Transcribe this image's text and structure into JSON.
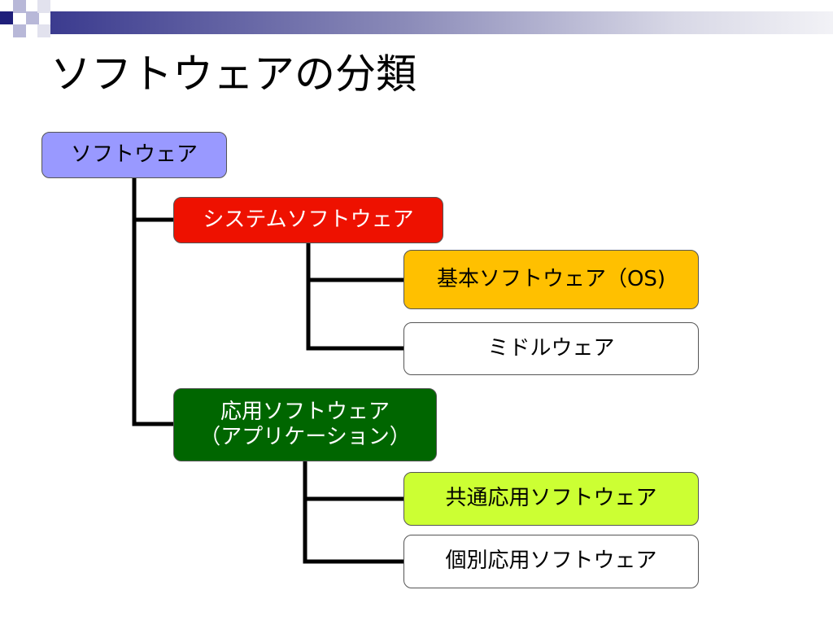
{
  "slide": {
    "title": "ソフトウェアの分類"
  },
  "tree": {
    "root": {
      "label": "ソフトウェア"
    },
    "system": {
      "label": "システムソフトウェア",
      "children": {
        "os": {
          "label": "基本ソフトウェア（OS)"
        },
        "middleware": {
          "label": "ミドルウェア"
        }
      }
    },
    "application": {
      "label_line1": "応用ソフトウェア",
      "label_line2": "（アプリケーション）",
      "children": {
        "common": {
          "label": "共通応用ソフトウェア"
        },
        "custom": {
          "label": "個別応用ソフトウェア"
        }
      }
    }
  },
  "colors": {
    "root_fill": "#9999ff",
    "system_fill": "#ee1100",
    "os_fill": "#ffc000",
    "middleware_fill": "#ffffff",
    "application_fill": "#006600",
    "common_fill": "#ccff33",
    "custom_fill": "#ffffff",
    "connector": "#000000",
    "header_accent": "#1f1f7a"
  }
}
